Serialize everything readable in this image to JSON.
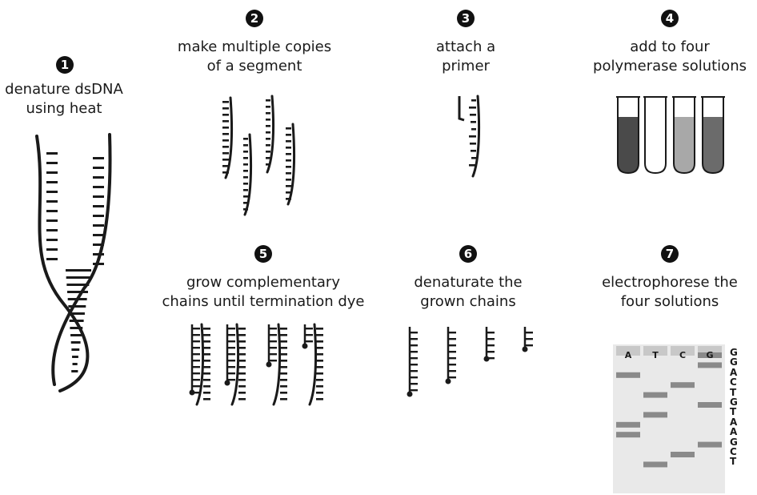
{
  "steps": [
    {
      "number": "1",
      "lines": [
        "denature dsDNA",
        "using heat"
      ]
    },
    {
      "number": "2",
      "lines": [
        "make multiple copies",
        "of a segment"
      ]
    },
    {
      "number": "3",
      "lines": [
        "attach a",
        "primer"
      ]
    },
    {
      "number": "4",
      "lines": [
        "add to four",
        "polymerase solutions"
      ]
    },
    {
      "number": "5",
      "lines": [
        "grow complementary",
        "chains until termination dye"
      ]
    },
    {
      "number": "6",
      "lines": [
        "denaturate the",
        "grown chains"
      ]
    },
    {
      "number": "7",
      "lines": [
        "electrophorese the",
        "four solutions"
      ]
    }
  ],
  "gel": {
    "lanes": [
      "A",
      "T",
      "C",
      "G"
    ],
    "sequence": [
      "G",
      "G",
      "A",
      "C",
      "T",
      "G",
      "T",
      "A",
      "A",
      "G",
      "C",
      "T"
    ]
  },
  "colors": {
    "ink": "#1a1a1a",
    "tube_a": "#4a4a4a",
    "tube_t": "#ffffff",
    "tube_c": "#a8a8a8",
    "tube_g": "#6b6b6b",
    "gel_band": "#8a8a8a"
  }
}
